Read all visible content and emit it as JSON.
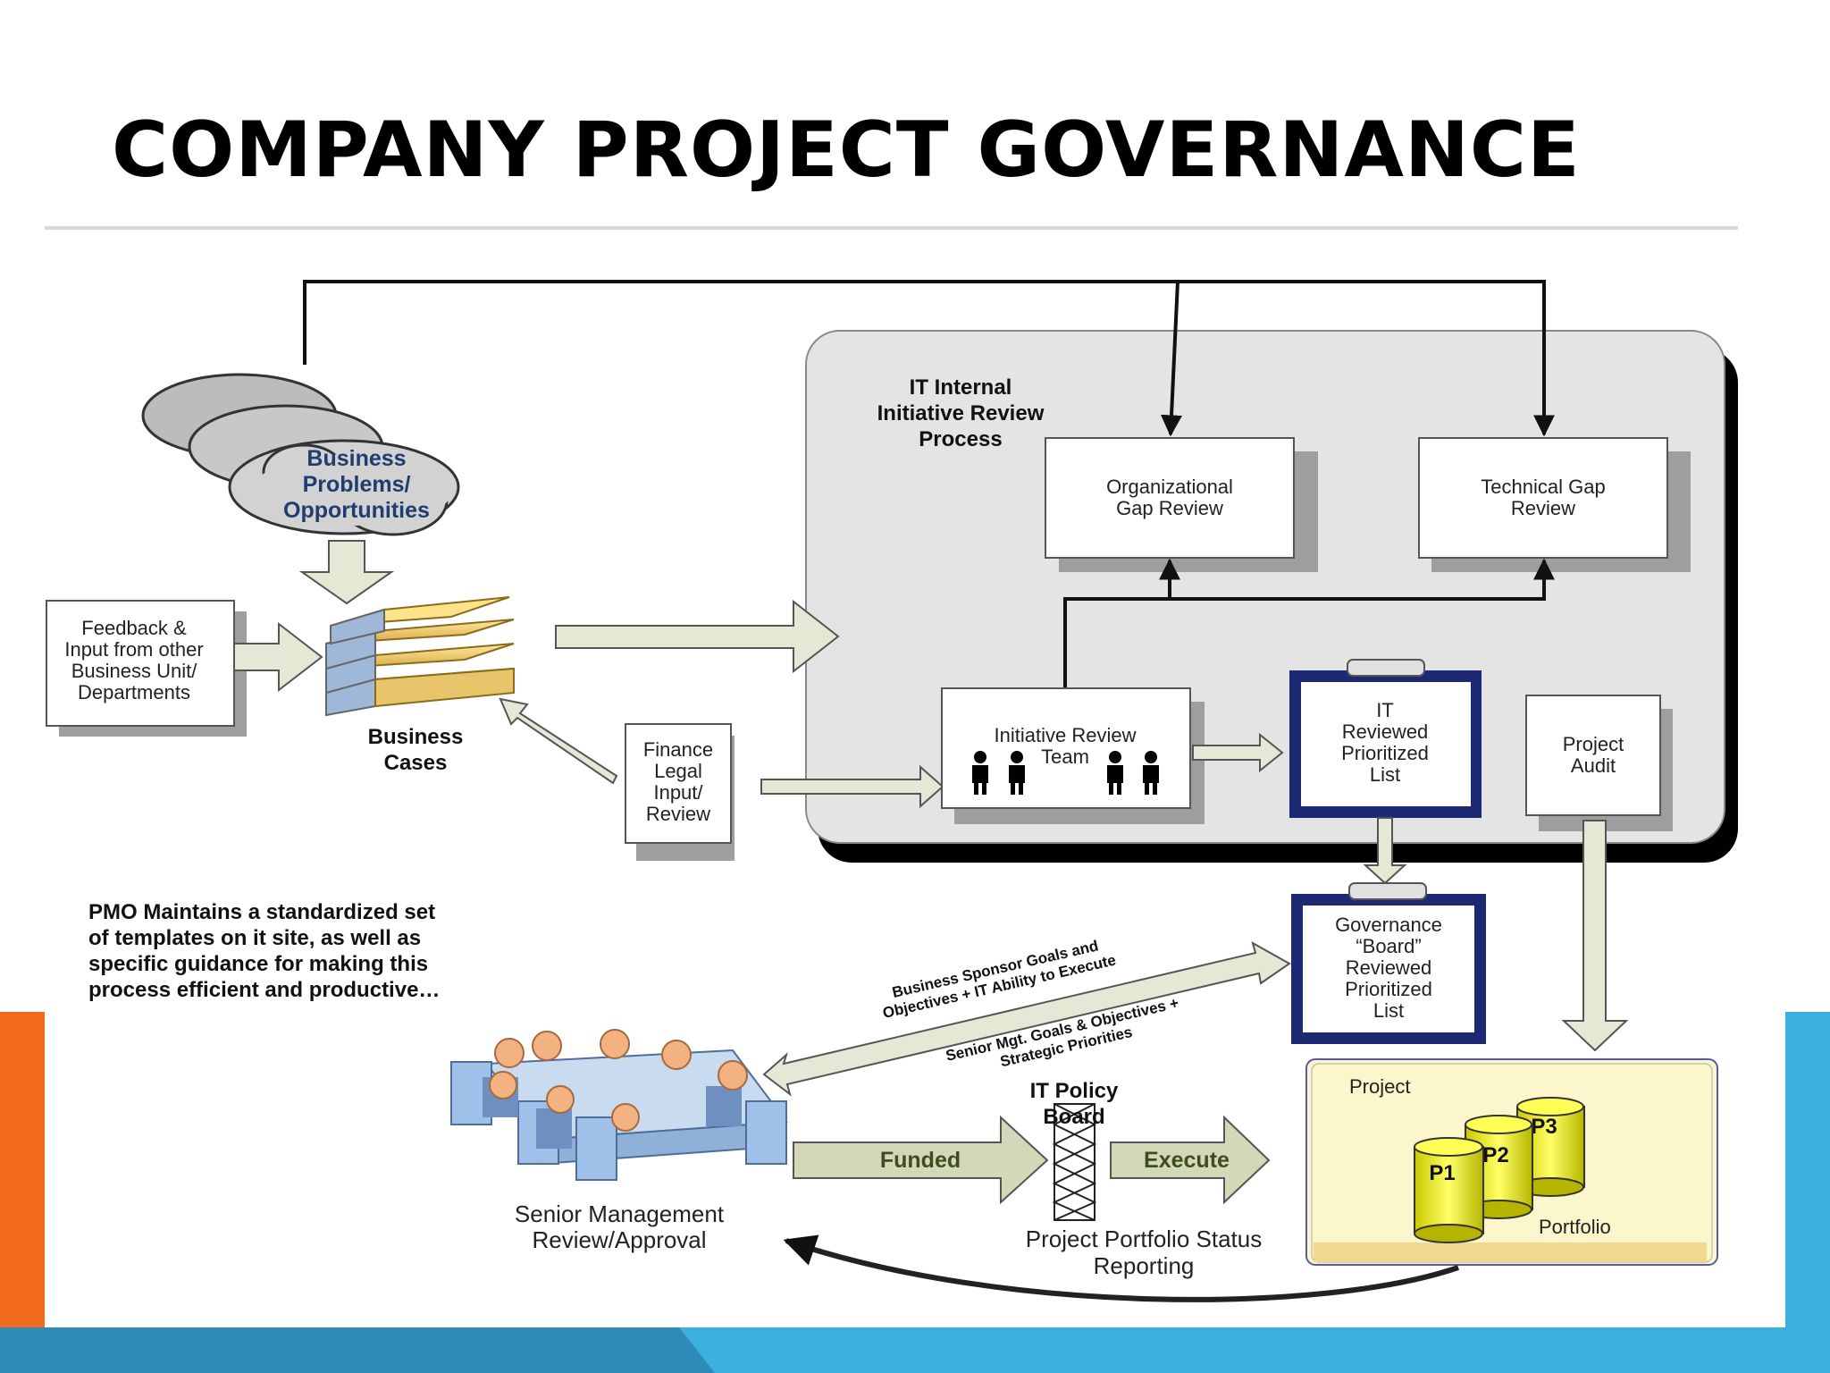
{
  "slide": {
    "title": "COMPANY PROJECT GOVERNANCE",
    "accent_colors": {
      "orange": "#f26a1b",
      "blue": "#3cb1e0",
      "dark_blue": "#2e8bb8"
    }
  },
  "diagram": {
    "process_box_title": [
      "IT Internal",
      "Initiative Review",
      "Process"
    ],
    "clouds": [
      "Business",
      "Problems/",
      "Opportunities"
    ],
    "feedback": [
      "Feedback &",
      "Input from other",
      "Business Unit/",
      "Departments"
    ],
    "business_cases": [
      "Business",
      "Cases"
    ],
    "finance": [
      "Finance",
      "Legal",
      "Input/",
      "Review"
    ],
    "org_gap": [
      "Organizational",
      "Gap Review"
    ],
    "tech_gap": [
      "Technical Gap",
      "Review"
    ],
    "review_team": [
      "Initiative Review",
      "Team"
    ],
    "it_list": [
      "IT",
      "Reviewed",
      "Prioritized",
      "List"
    ],
    "project_audit": [
      "Project",
      "Audit"
    ],
    "governance": [
      "Governance",
      "“Board”",
      "Reviewed",
      "Prioritized",
      "List"
    ],
    "pmo_note": [
      "PMO Maintains a standardized set",
      "of templates on it site, as well as",
      "specific guidance for making this",
      "process efficient and productive…"
    ],
    "sponsor_arrow": [
      "Business Sponsor Goals and",
      "Objectives + IT Ability to Execute"
    ],
    "senior_arrow": [
      "Senior Mgt. Goals & Objectives +",
      "Strategic Priorities"
    ],
    "policy_board": [
      "IT Policy",
      "Board"
    ],
    "funded": "Funded",
    "execute": "Execute",
    "senior_mgmt": [
      "Senior Management",
      "Review/Approval"
    ],
    "status_reporting": [
      "Project Portfolio Status",
      "Reporting"
    ],
    "project_label": "Project",
    "portfolio_label": "Portfolio",
    "cylinders": [
      "P1",
      "P2",
      "P3"
    ]
  }
}
